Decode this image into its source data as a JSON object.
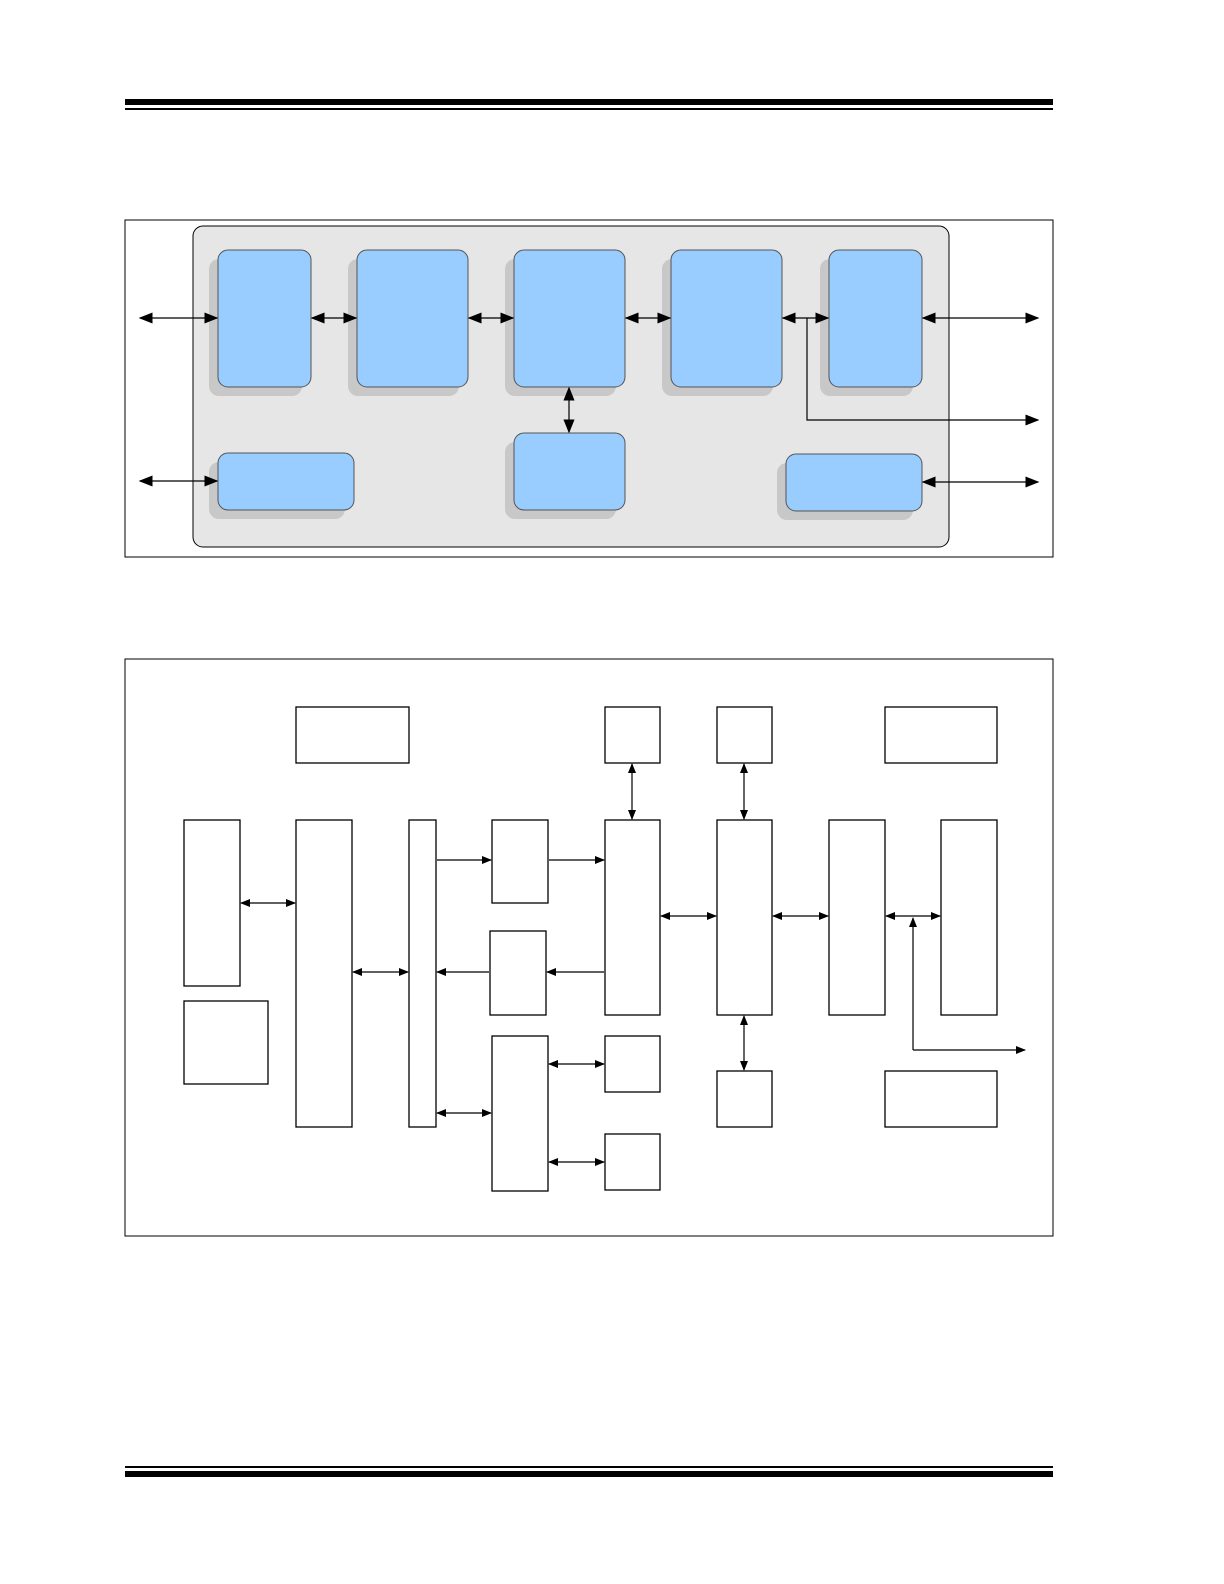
{
  "header": {
    "title": ""
  },
  "footer": {
    "text": ""
  },
  "figure1": {
    "caption": "",
    "blocks": [
      {
        "id": "blk1",
        "label": ""
      },
      {
        "id": "blk2",
        "label": ""
      },
      {
        "id": "blk3",
        "label": ""
      },
      {
        "id": "blk4",
        "label": ""
      },
      {
        "id": "blk5",
        "label": ""
      },
      {
        "id": "blk-bottom-left",
        "label": ""
      },
      {
        "id": "blk-bottom-center",
        "label": ""
      },
      {
        "id": "blk-bottom-right",
        "label": ""
      }
    ],
    "colors": {
      "block_fill": "#99ccff",
      "panel_fill": "#e6e6e6",
      "shadow": "#c8c8c8"
    }
  },
  "figure2": {
    "caption": "",
    "blocks": []
  }
}
